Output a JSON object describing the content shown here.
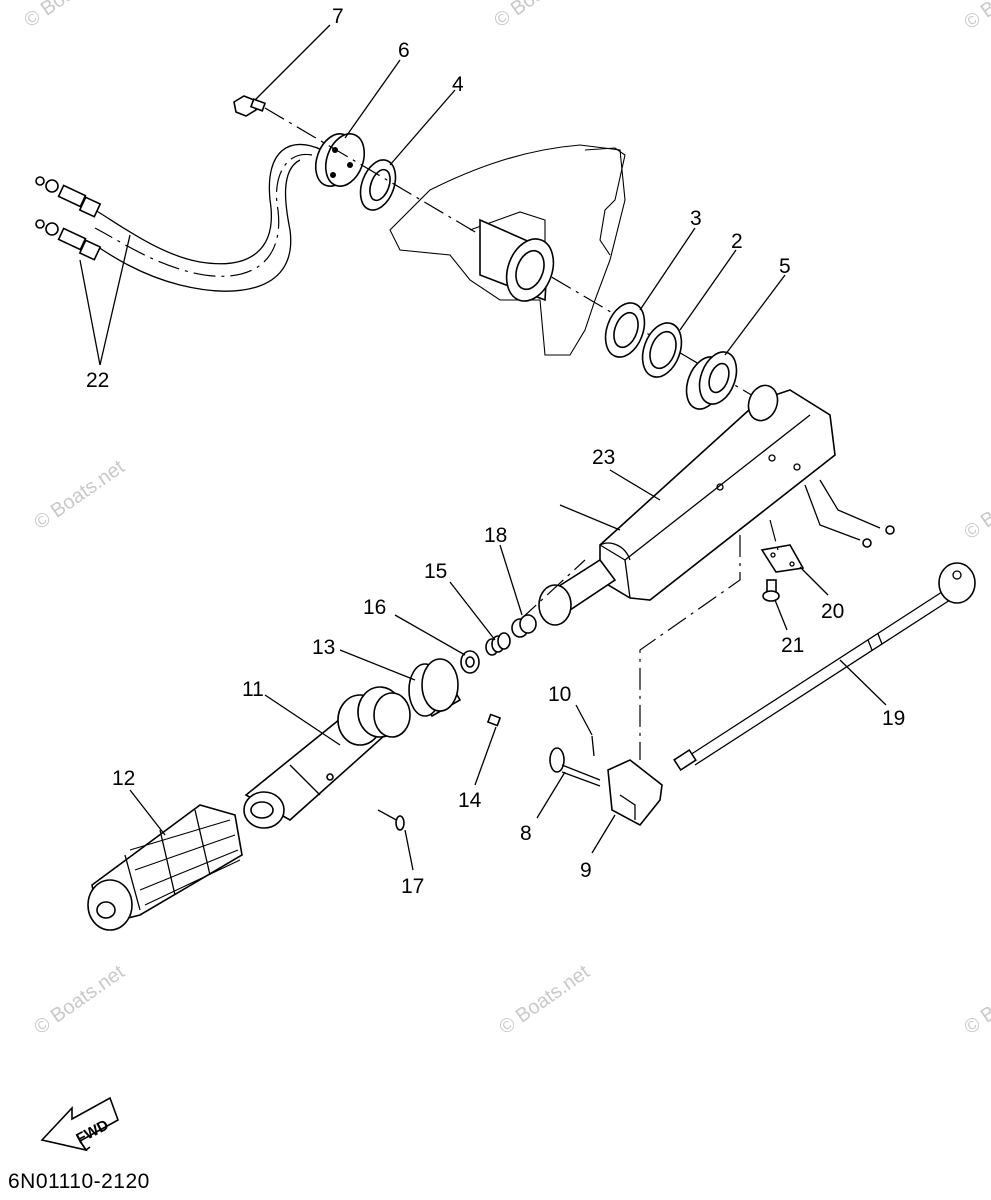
{
  "diagram": {
    "part_code": "6N01110-2120",
    "watermark": "© Boats.net",
    "fwd_label": "FWD",
    "callouts": [
      {
        "id": "c1",
        "text": "7"
      },
      {
        "id": "c2",
        "text": "6"
      },
      {
        "id": "c3",
        "text": "4"
      },
      {
        "id": "c4",
        "text": "3"
      },
      {
        "id": "c5",
        "text": "2"
      },
      {
        "id": "c6",
        "text": "5"
      },
      {
        "id": "c7",
        "text": "22"
      },
      {
        "id": "c8",
        "text": "23"
      },
      {
        "id": "c9",
        "text": "18"
      },
      {
        "id": "c10",
        "text": "15"
      },
      {
        "id": "c11",
        "text": "16"
      },
      {
        "id": "c12",
        "text": "13"
      },
      {
        "id": "c13",
        "text": "11"
      },
      {
        "id": "c14",
        "text": "12"
      },
      {
        "id": "c15",
        "text": "14"
      },
      {
        "id": "c16",
        "text": "17"
      },
      {
        "id": "c17",
        "text": "10"
      },
      {
        "id": "c18",
        "text": "8"
      },
      {
        "id": "c19",
        "text": "9"
      },
      {
        "id": "c20",
        "text": "20"
      },
      {
        "id": "c21",
        "text": "21"
      },
      {
        "id": "c22",
        "text": "19"
      }
    ]
  }
}
